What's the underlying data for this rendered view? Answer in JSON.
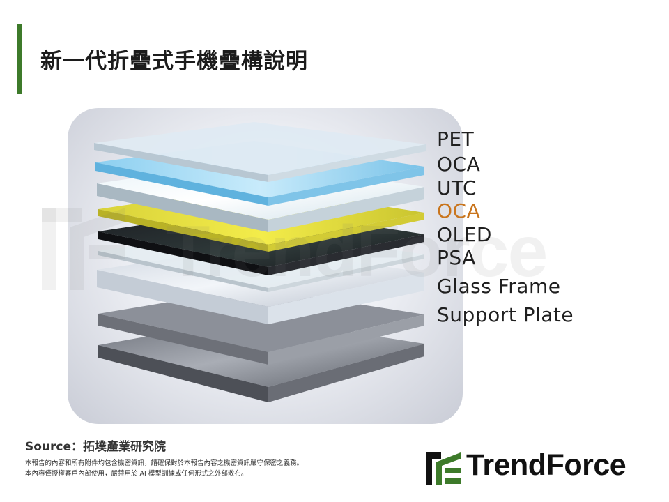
{
  "header": {
    "title": "新一代折疊式手機疊構說明"
  },
  "layers": [
    {
      "label": "PET",
      "color": "#1f1f1f"
    },
    {
      "label": "OCA",
      "color": "#1f1f1f"
    },
    {
      "label": "UTC",
      "color": "#1f1f1f"
    },
    {
      "label": "OCA",
      "color": "#c9751d"
    },
    {
      "label": "OLED",
      "color": "#1f1f1f"
    },
    {
      "label": "PSA",
      "color": "#1f1f1f"
    },
    {
      "label": "Glass Frame",
      "color": "#1f1f1f"
    },
    {
      "label": "Support Plate",
      "color": "#1f1f1f"
    }
  ],
  "footer": {
    "source": "Source：拓墣產業研究院",
    "disclaimer_1": "本報告的內容和所有附件均包含機密資訊，請確保對於本報告內容之機密資訊嚴守保密之義務。",
    "disclaimer_2": "本內容僅授權客戶內部使用，嚴禁用於 AI 模型訓練或任何形式之外部散布。"
  },
  "brand": {
    "name": "TrendForce",
    "accent": "#3d7a2a"
  }
}
